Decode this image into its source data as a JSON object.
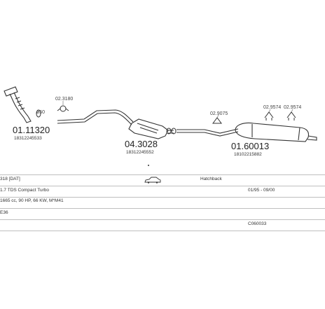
{
  "parts": [
    {
      "id": "front_pipe_code",
      "text": "01.11320"
    },
    {
      "id": "front_pipe_ref",
      "text": "18312245533"
    },
    {
      "id": "gasket_qty",
      "text": "ø50"
    },
    {
      "id": "clamp_code",
      "text": "02.3180"
    },
    {
      "id": "cat_code",
      "text": "04.3028"
    },
    {
      "id": "cat_ref",
      "text": "18312245552"
    },
    {
      "id": "hanger1_code",
      "text": "02.9075"
    },
    {
      "id": "hanger2_code",
      "text": "02.9574"
    },
    {
      "id": "hanger3_code",
      "text": "02.9574"
    },
    {
      "id": "rear_box_code",
      "text": "01.60013"
    },
    {
      "id": "rear_box_ref",
      "text": "18102215882"
    }
  ],
  "table": {
    "model": "318 [DAT]",
    "body": "Hatchback",
    "engine": "1.7 TDS Compact Turbo",
    "years": "01/95 - 09/00",
    "specs": "1665 cc, 90 HP, 66 KW, M*M41",
    "chassis": "E36",
    "code": "C060033"
  },
  "colors": {
    "line": "#333333",
    "grid": "#bfbfbf"
  }
}
